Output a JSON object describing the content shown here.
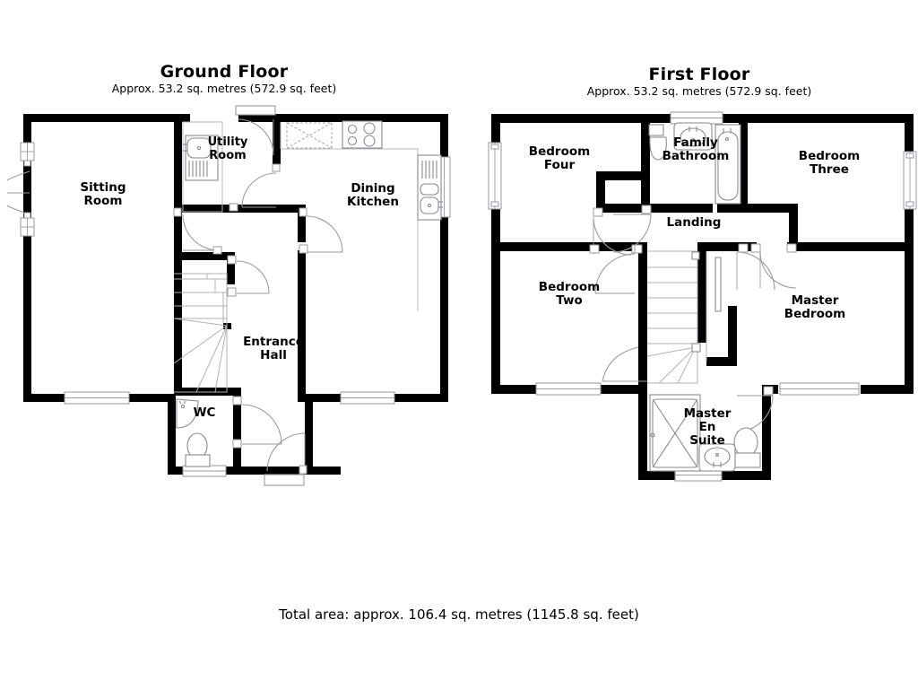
{
  "document": {
    "type": "floor-plan",
    "total_area_text": "Total area: approx. 106.4 sq. metres (1145.8 sq. feet)"
  },
  "floors": [
    {
      "id": "ground",
      "title": "Ground Floor",
      "subtitle": "Approx. 53.2 sq. metres (572.9 sq. feet)",
      "rooms": [
        {
          "name": "Sitting Room",
          "label_line1": "Sitting",
          "label_line2": "Room"
        },
        {
          "name": "Utility Room",
          "label_line1": "Utility",
          "label_line2": "Room"
        },
        {
          "name": "Dining Kitchen",
          "label_line1": "Dining",
          "label_line2": "Kitchen"
        },
        {
          "name": "Entrance Hall",
          "label_line1": "Entrance",
          "label_line2": "Hall"
        },
        {
          "name": "WC",
          "label_line1": "WC",
          "label_line2": ""
        }
      ],
      "fixtures": [
        "utility-sink",
        "kitchen-hob",
        "kitchen-appliance-space",
        "kitchen-sink",
        "wc-toilet",
        "wc-basin",
        "staircase-up"
      ]
    },
    {
      "id": "first",
      "title": "First Floor",
      "subtitle": "Approx. 53.2 sq. metres (572.9 sq. feet)",
      "rooms": [
        {
          "name": "Bedroom Four",
          "label_line1": "Bedroom",
          "label_line2": "Four"
        },
        {
          "name": "Family Bathroom",
          "label_line1": "Family",
          "label_line2": "Bathroom"
        },
        {
          "name": "Bedroom Three",
          "label_line1": "Bedroom",
          "label_line2": "Three"
        },
        {
          "name": "Landing",
          "label_line1": "Landing",
          "label_line2": ""
        },
        {
          "name": "Bedroom Two",
          "label_line1": "Bedroom",
          "label_line2": "Two"
        },
        {
          "name": "Master Bedroom",
          "label_line1": "Master",
          "label_line2": "Bedroom"
        },
        {
          "name": "Master En Suite",
          "label_line1": "Master",
          "label_line2": "En",
          "label_line3": "Suite"
        }
      ],
      "fixtures": [
        "bathroom-toilet",
        "bathroom-basin",
        "bathroom-bath",
        "ensuite-shower",
        "ensuite-basin",
        "ensuite-toilet",
        "staircase-down"
      ]
    }
  ],
  "colors": {
    "wall": "#000000",
    "fixture_stroke": "#8a8a92",
    "background": "#ffffff",
    "text": "#000000"
  }
}
